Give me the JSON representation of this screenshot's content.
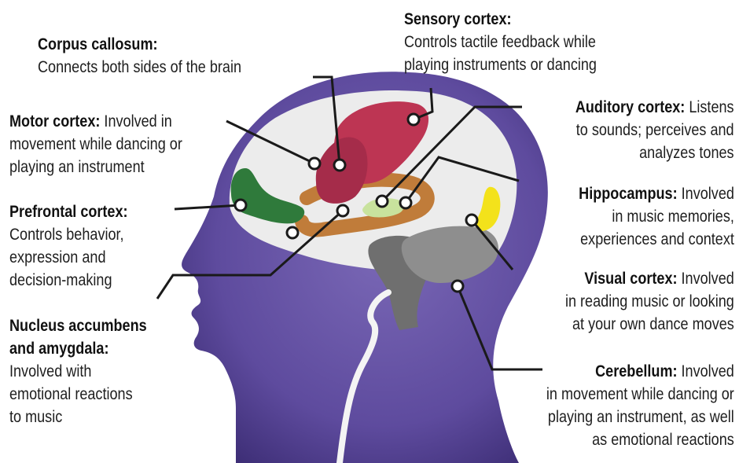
{
  "colors": {
    "head": "#6a56a6",
    "head_dark": "#3a2b72",
    "brain_base": "#ececec",
    "corpus_callosum": "#c07c3a",
    "motor_cortex": "#a52c4a",
    "sensory_cortex": "#bd3553",
    "prefrontal_cortex": "#2f7a3b",
    "hippocampus": "#c8e29d",
    "visual_cortex": "#f3e21b",
    "cerebellum": "#8e8e8e",
    "brainstem": "#6f6f6f"
  },
  "labels": [
    {
      "id": "corpus_callosum",
      "title": "Corpus callosum:",
      "lines": [
        "Connects both sides of the brain"
      ]
    },
    {
      "id": "sensory_cortex",
      "title": "Sensory cortex:",
      "lines": [
        "Controls tactile feedback while",
        "playing instruments or dancing"
      ]
    },
    {
      "id": "motor_cortex",
      "title": "Motor cortex:",
      "lines": [
        "Involved in",
        "movement while dancing or",
        "playing an instrument"
      ]
    },
    {
      "id": "auditory_cortex",
      "title": "Auditory cortex:",
      "lines": [
        "Listens",
        "to sounds; perceives and",
        "analyzes tones"
      ]
    },
    {
      "id": "prefrontal_cortex",
      "title": "Prefrontal cortex:",
      "lines": [
        "Controls behavior,",
        "expression and",
        "decision-making"
      ]
    },
    {
      "id": "hippocampus",
      "title": "Hippocampus:",
      "lines": [
        "Involved",
        "in music memories,",
        "experiences and context"
      ]
    },
    {
      "id": "visual_cortex",
      "title": "Visual cortex:",
      "lines": [
        "Involved",
        "in reading music or looking",
        "at your own dance moves"
      ]
    },
    {
      "id": "nucleus_accumbens",
      "title": "Nucleus accumbens",
      "lines": [
        "and amygdala:",
        "Involved with",
        "emotional reactions",
        "to music"
      ]
    },
    {
      "id": "cerebellum",
      "title": "Cerebellum:",
      "lines": [
        "Involved",
        "in movement while dancing or",
        "playing an instrument, as well",
        "as emotional reactions"
      ]
    }
  ]
}
